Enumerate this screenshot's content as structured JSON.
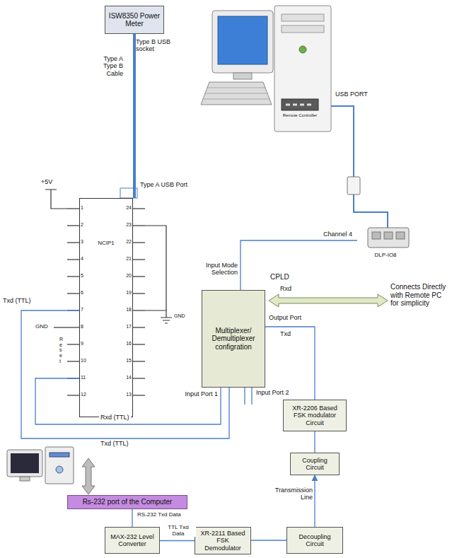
{
  "diagram": {
    "nodes": [
      {
        "text": [
          "ISW8350 Power Meter"
        ]
      },
      {
        "text": [
          "DLP-IO8"
        ]
      },
      {
        "text": [
          "NCIP1"
        ]
      },
      {
        "text": [
          "Multiplexer/ Demultiplexer configration"
        ]
      },
      {
        "text": [
          "XR-2206 Based FSK modulator Circuit"
        ]
      },
      {
        "text": [
          "Coupling Circuit"
        ]
      },
      {
        "text": [
          "Rs-232 port of the Computer"
        ]
      },
      {
        "text": [
          "MAX-232 Level Converter"
        ]
      },
      {
        "text": [
          "XR-2211 Based FSK Demodulator"
        ]
      },
      {
        "text": [
          "Decoupling Circuit"
        ]
      }
    ],
    "edges": [
      {
        "from": 0,
        "to": 2,
        "arrow": "none"
      },
      {
        "from": 1,
        "to": 3,
        "label": "Channel 4",
        "arrow": "none"
      },
      {
        "from": 2,
        "to": 3,
        "label": "Txd (TTL)",
        "arrow": "none"
      },
      {
        "from": 2,
        "to": 3,
        "label": "Rxd (TTL)",
        "arrow": "none"
      },
      {
        "from": 3,
        "to": 4,
        "arrow": "none"
      },
      {
        "from": 4,
        "to": 5,
        "arrow": "none"
      },
      {
        "from": 9,
        "to": 5,
        "label": "Transmission Line",
        "arrow": "to"
      },
      {
        "from": 9,
        "to": 8,
        "arrow": "none"
      },
      {
        "from": 8,
        "to": 7,
        "label": "TTL Txd Data",
        "arrow": "none"
      },
      {
        "from": 7,
        "to": 6,
        "label": "RS-232 Txd Data",
        "arrow": "none"
      }
    ],
    "labels": [
      "Type B USB socket",
      "Type A Type B Cable",
      "+5V",
      "Type A USB Port",
      "USB PORT",
      "Remote Controller",
      "Txd (TTL)",
      "GND",
      "Reset",
      "GND",
      "Input Mode Selection",
      "CPLD",
      "Rxd",
      "Output Port",
      "Txd",
      "Connects Directly with Remote PC for simplicity",
      "Input Port 1",
      "Input Port 2",
      "1",
      "2",
      "3",
      "4",
      "5",
      "6",
      "7",
      "8",
      "9",
      "10",
      "11",
      "12",
      "13",
      "14",
      "15",
      "16",
      "17",
      "18",
      "19",
      "20",
      "21",
      "22",
      "23",
      "24"
    ]
  }
}
